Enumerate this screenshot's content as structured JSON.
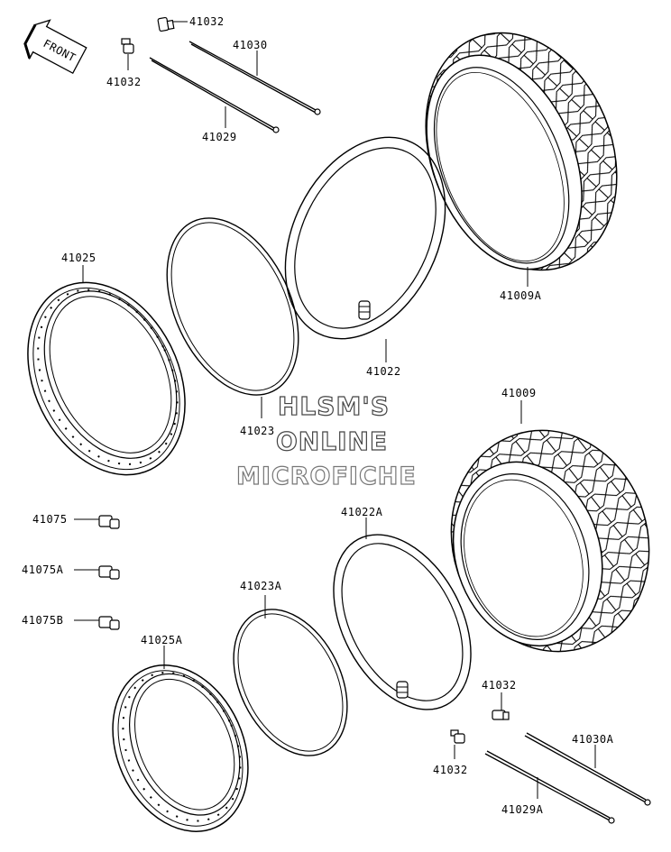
{
  "front_arrow": {
    "label": "FRONT"
  },
  "watermark": {
    "line1": "HLSM'S",
    "line2": "ONLINE",
    "line3": "MICROFICHE"
  },
  "labels": {
    "p41032_a": "41032",
    "p41030": "41030",
    "p41032_b": "41032",
    "p41029": "41029",
    "p41009A": "41009A",
    "p41025": "41025",
    "p41022": "41022",
    "p41023": "41023",
    "p41009": "41009",
    "p41075": "41075",
    "p41022A": "41022A",
    "p41075A": "41075A",
    "p41023A": "41023A",
    "p41075B": "41075B",
    "p41025A": "41025A",
    "p41032_c": "41032",
    "p41030A": "41030A",
    "p41032_d": "41032",
    "p41029A": "41029A"
  }
}
